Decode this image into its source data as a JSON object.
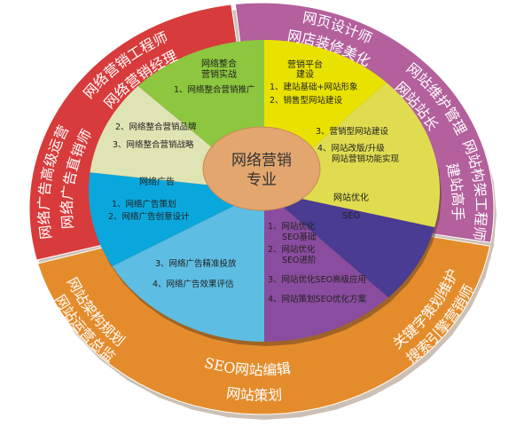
{
  "colors": {
    "red": "#d83b3b",
    "purple_ring": "#b3609c",
    "orange": "#e48c2c",
    "green": "#8dc63f",
    "yellow": "#e9e200",
    "light_yellow": "#e0dc50",
    "pale": "#dfe4b4",
    "blue": "#0aa7dc",
    "light_blue": "#5dbde2",
    "purple": "#8a4c9e",
    "dark_purple": "#4a3b93",
    "center": "#e2a66e"
  },
  "center": {
    "line1": "网络营销",
    "line2": "专业"
  },
  "outer_ring": {
    "red": [
      "网络营销工程师",
      "网络营销经理",
      "网络广告高级运营",
      "网络广告直销师"
    ],
    "purple": [
      "网页设计师",
      "网店装修美化",
      "网站维护管理",
      "网站站长",
      "网站构架工程师",
      "建站高手"
    ],
    "orange": [
      "网站架构规划",
      "网站运营总监",
      "SEO网站编辑",
      "网站策划",
      "关键字策划维护",
      "搜索引擎营销师"
    ]
  },
  "sectors": {
    "integrated": {
      "title1": "网络整合",
      "title2": "营销实战",
      "items": [
        "1、网络整合营销推广",
        "2、网络整合营销品牌",
        "3、网络整合营销战略"
      ]
    },
    "platform": {
      "title1": "营销平台",
      "title2": "建设",
      "items": [
        "1、建站基础+网站形象",
        "2、销售型网站建设",
        "3、营销型网站建设",
        "4、网站改版/升级",
        "网站营销功能实现"
      ]
    },
    "seo": {
      "title1": "网站优化",
      "title2": "SEO",
      "items": [
        "1、网站优化",
        "SEO基础",
        "2、网站优化",
        "SEO进阶",
        "3、网站优化SEO高级应用",
        "4、网站策划SEO优化方案"
      ]
    },
    "ads": {
      "title": "网络广告",
      "items": [
        "1、网络广告策划",
        "2、网络广告创意设计",
        "3、网络广告精准投放",
        "4、网络广告效果评估"
      ]
    }
  }
}
